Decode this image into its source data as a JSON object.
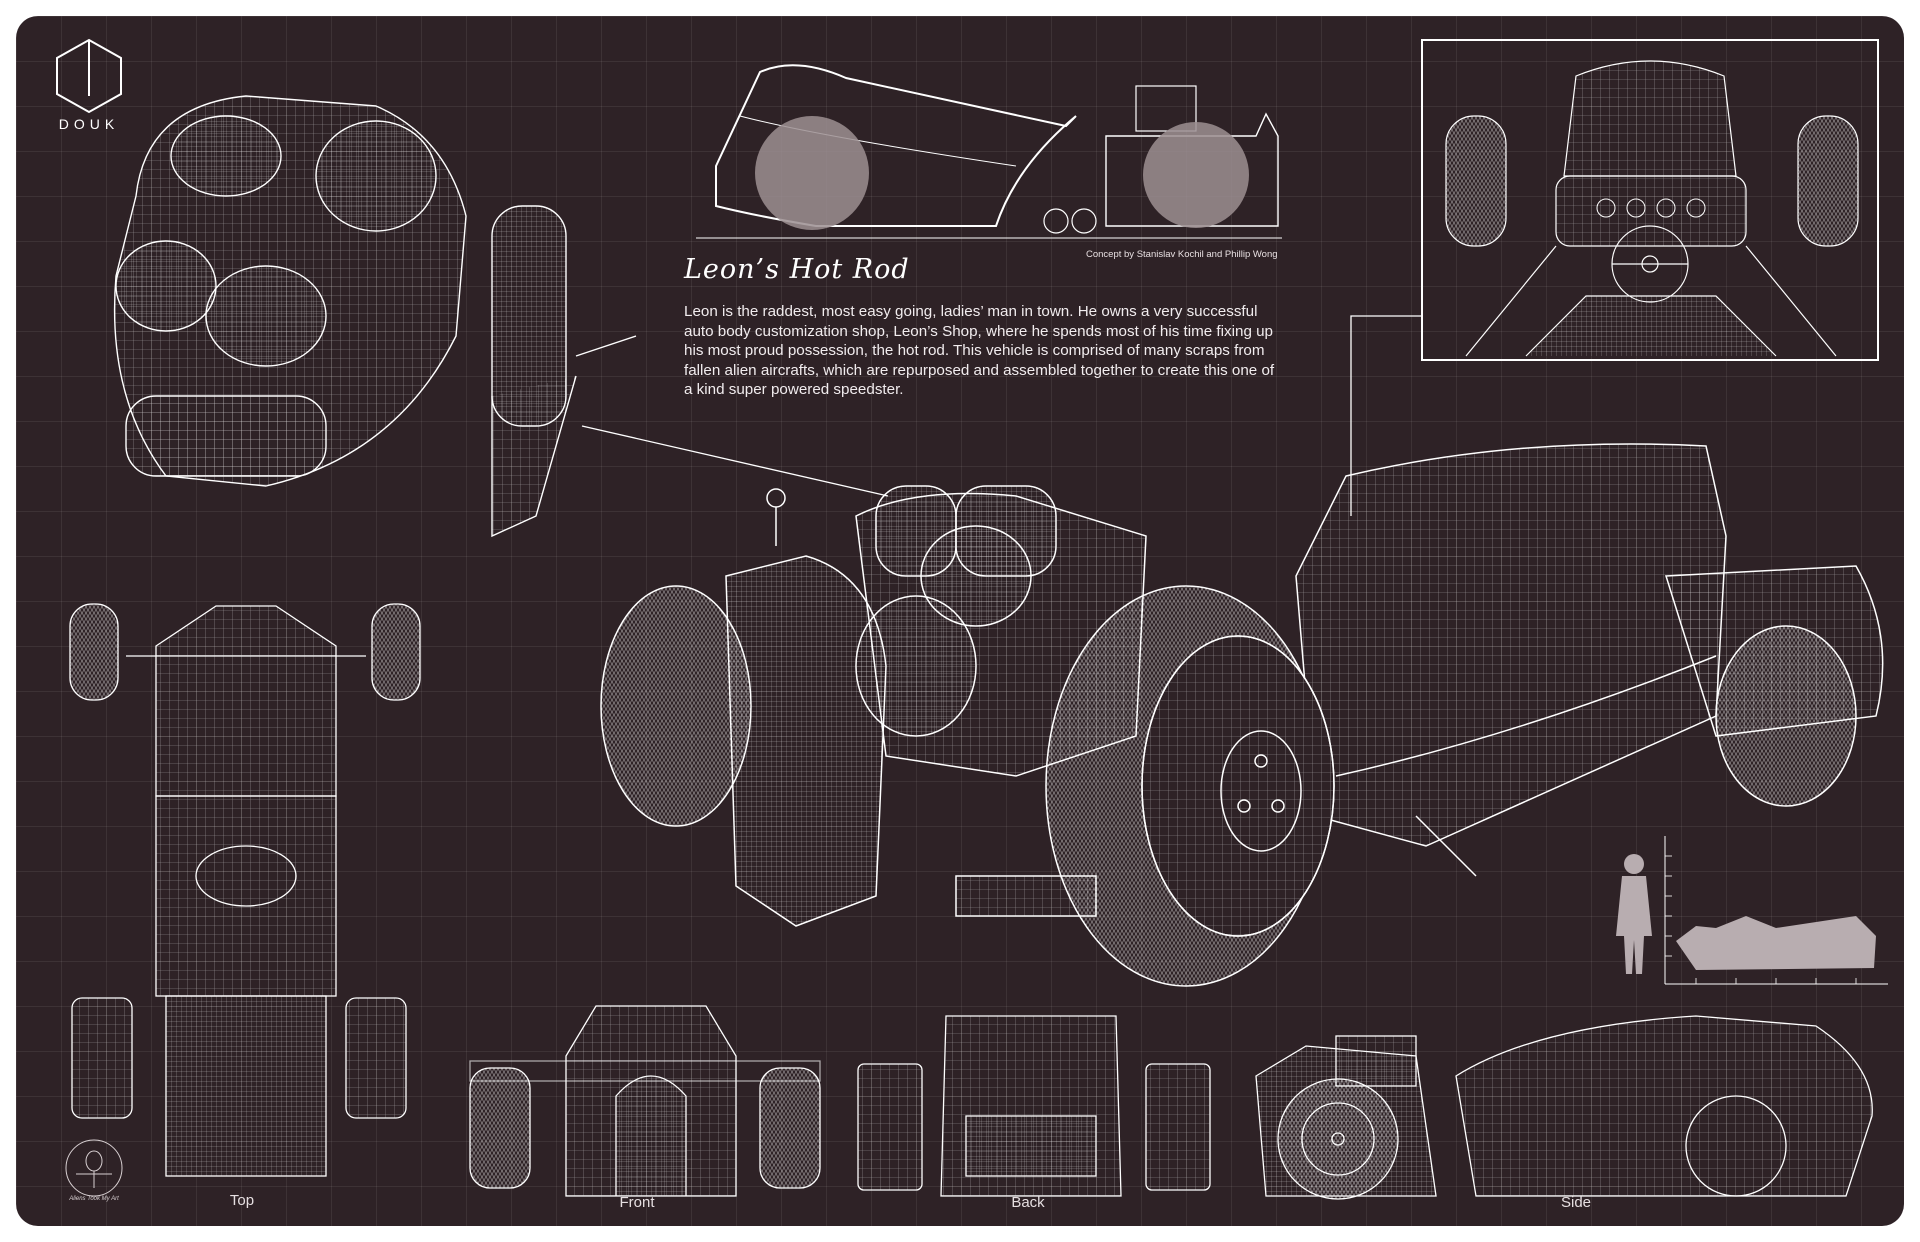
{
  "brand": {
    "name": "DOUK",
    "logo_icon": "hexagon-logo-icon"
  },
  "title": "Leon’s Hot Rod",
  "credit": "Concept by Stanislav Kochil and Phillip Wong",
  "description": "Leon is the raddest, most easy going, ladies’ man in town. He owns a very successful auto body customization shop, Leon’s Shop, where he spends most of his time fixing up his most proud possession, the hot rod. This vehicle is comprised of many scraps from fallen alien aircrafts, which are repurposed and assembled together to create this one of a kind super powered  speedster.",
  "views": {
    "top": "Top",
    "front": "Front",
    "back": "Back",
    "side": "Side"
  },
  "stamp": "Aliens Took My Art",
  "colors": {
    "background": "#2e2226",
    "line": "#ffffff",
    "silhouette": "#b8adb0"
  }
}
